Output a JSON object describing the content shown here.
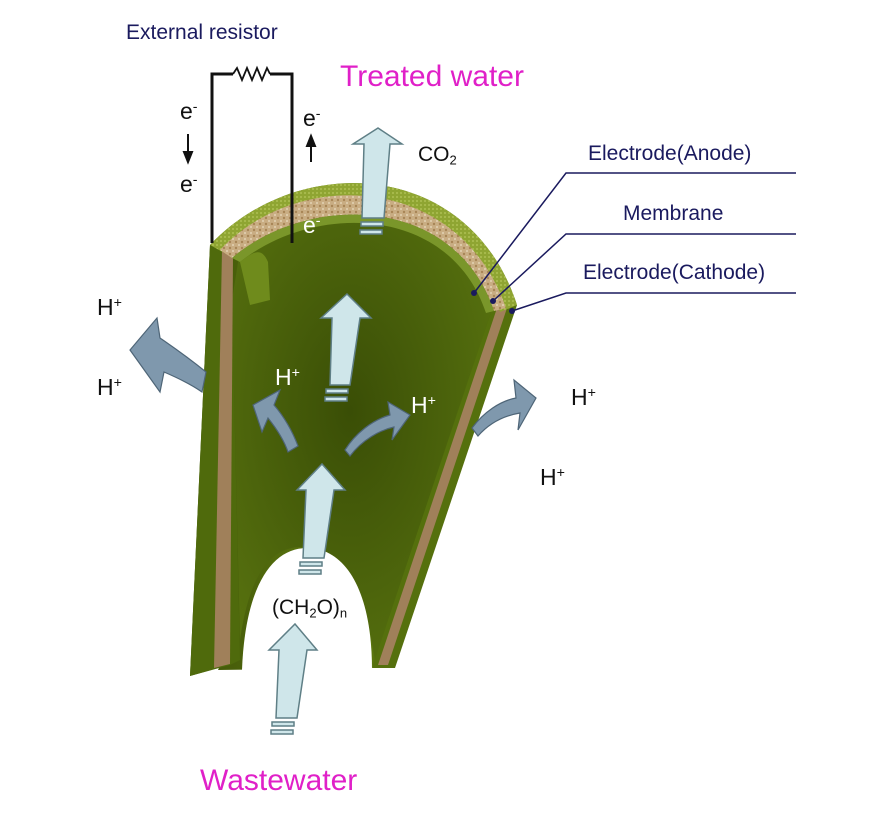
{
  "labels": {
    "external_resistor": "External resistor",
    "treated_water": "Treated water",
    "wastewater": "Wastewater",
    "electrode_anode": "Electrode(Anode)",
    "membrane": "Membrane",
    "electrode_cathode": "Electrode(Cathode)",
    "co2_base": "CO",
    "co2_sub": "2",
    "organic_base": "(CH",
    "organic_sub1": "2",
    "organic_mid": "O)",
    "organic_sub2": "n",
    "electron_base": "e",
    "electron_sup": "-",
    "proton_base": "H",
    "proton_sup": "+"
  },
  "colors": {
    "tube_green": "#5e7a10",
    "tube_green_dark": "#3f5308",
    "rim_green": "#9cb33a",
    "membrane_tan": "#b58e5a",
    "upflow_arrow": "#cfe6ea",
    "proton_arrow": "#7f98ad",
    "title_magenta": "#e020c8",
    "label_navy": "#1a1a5e"
  }
}
